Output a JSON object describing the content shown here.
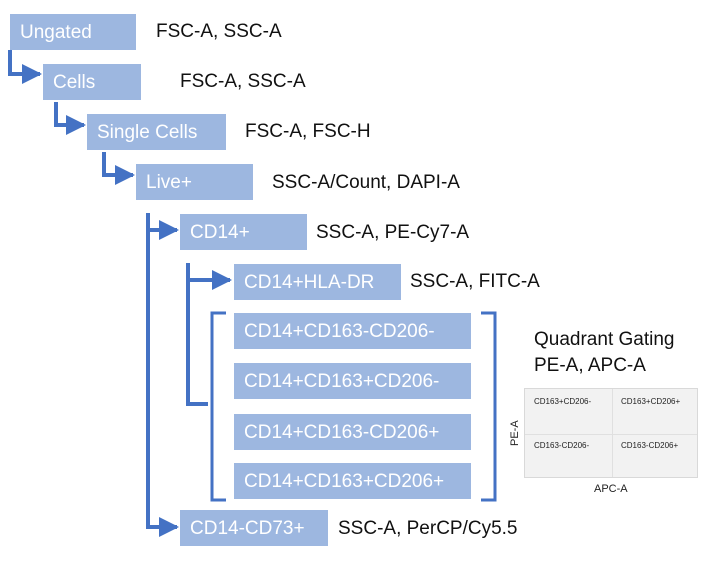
{
  "accent_color": "#9db7e0",
  "connector_color": "#4472c4",
  "gates": [
    {
      "name": "Ungated",
      "params": "FSC-A, SSC-A"
    },
    {
      "name": "Cells",
      "params": "FSC-A, SSC-A"
    },
    {
      "name": "Single Cells",
      "params": "FSC-A, FSC-H"
    },
    {
      "name": "Live+",
      "params": "SSC-A/Count, DAPI-A"
    },
    {
      "name": "CD14+",
      "params": "SSC-A, PE-Cy7-A"
    },
    {
      "name": "CD14+HLA-DR",
      "params": "SSC-A, FITC-A"
    },
    {
      "name": "CD14-CD73+",
      "params": "SSC-A, PerCP/Cy5.5"
    }
  ],
  "quadrant_gates": [
    "CD14+CD163-CD206-",
    "CD14+CD163+CD206-",
    "CD14+CD163-CD206+",
    "CD14+CD163+CD206+"
  ],
  "quadrant_gating": {
    "title": "Quadrant Gating",
    "params": "PE-A, APC-A",
    "cells": {
      "top_left": "CD163+CD206-",
      "top_right": "CD163+CD206+",
      "bottom_left": "CD163-CD206-",
      "bottom_right": "CD163-CD206+"
    },
    "x_axis": "APC-A",
    "y_axis": "PE-A"
  }
}
